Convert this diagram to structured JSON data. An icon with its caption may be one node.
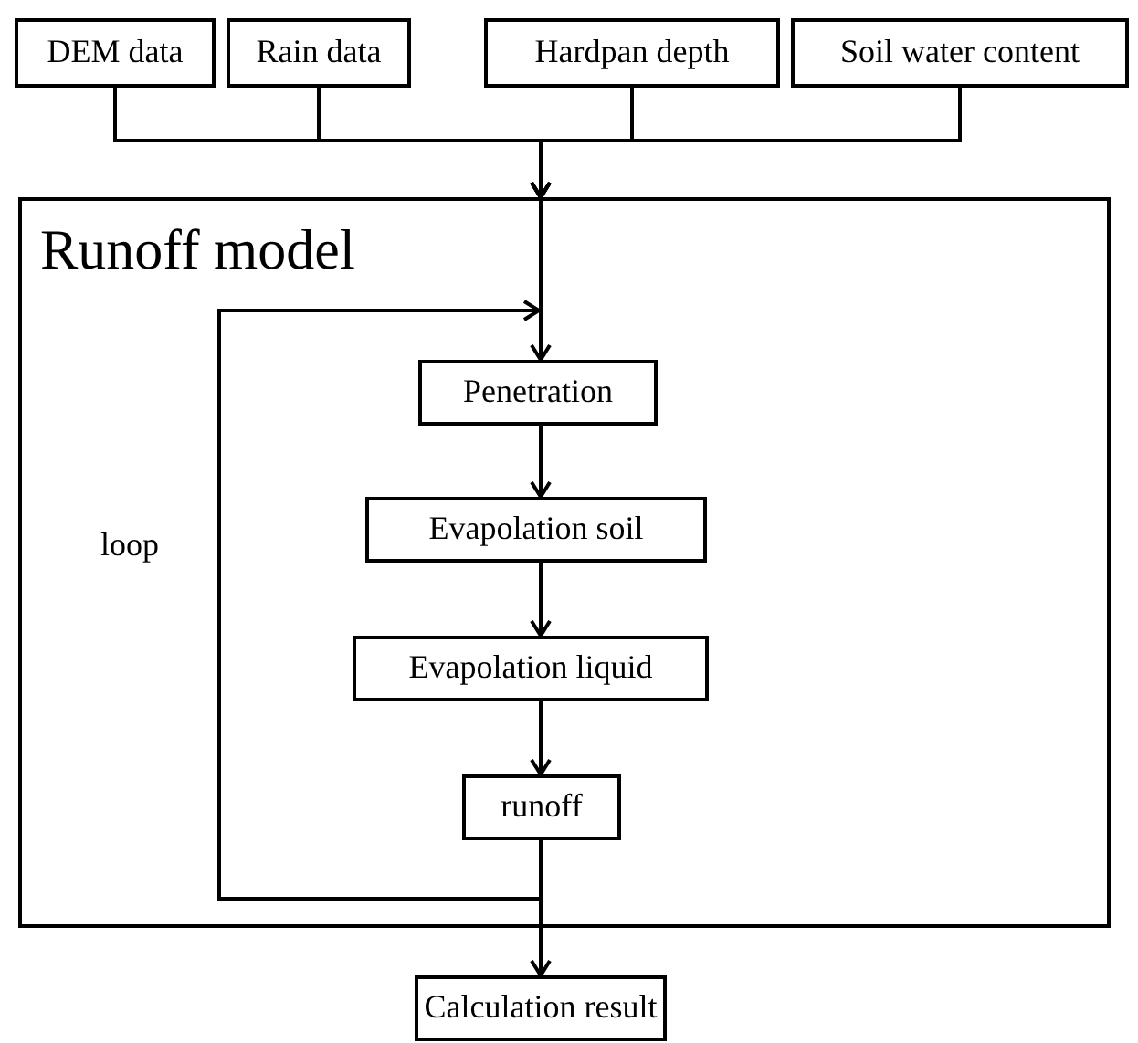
{
  "diagram": {
    "nodes": [
      {
        "text": [
          "DEM data"
        ]
      },
      {
        "text": [
          "Rain data"
        ]
      },
      {
        "text": [
          "Hardpan depth"
        ]
      },
      {
        "text": [
          "Soil water content"
        ]
      },
      {
        "text": [
          "Runoff model"
        ]
      },
      {
        "text": [
          "Penetration"
        ],
        "in": 4
      },
      {
        "text": [
          "Evapolation soil"
        ],
        "in": 4
      },
      {
        "text": [
          "Evapolation liquid"
        ],
        "in": 4
      },
      {
        "text": [
          "runoff"
        ],
        "in": 4
      },
      {
        "text": [
          "Calculation result"
        ]
      }
    ],
    "edges": [
      {
        "from": 0,
        "to": 4,
        "arrow": "to"
      },
      {
        "from": 1,
        "to": 4,
        "arrow": "to"
      },
      {
        "from": 2,
        "to": 4,
        "arrow": "to"
      },
      {
        "from": 3,
        "to": 4,
        "arrow": "to"
      },
      {
        "from": 4,
        "to": 5,
        "arrow": "to"
      },
      {
        "from": 8,
        "to": 5,
        "arrow": "to"
      },
      {
        "from": 5,
        "to": 6,
        "arrow": "to"
      },
      {
        "from": 6,
        "to": 7,
        "arrow": "to"
      },
      {
        "from": 7,
        "to": 8,
        "arrow": "to"
      },
      {
        "from": 8,
        "to": 9,
        "arrow": "to"
      }
    ],
    "labels": [
      "loop"
    ]
  }
}
